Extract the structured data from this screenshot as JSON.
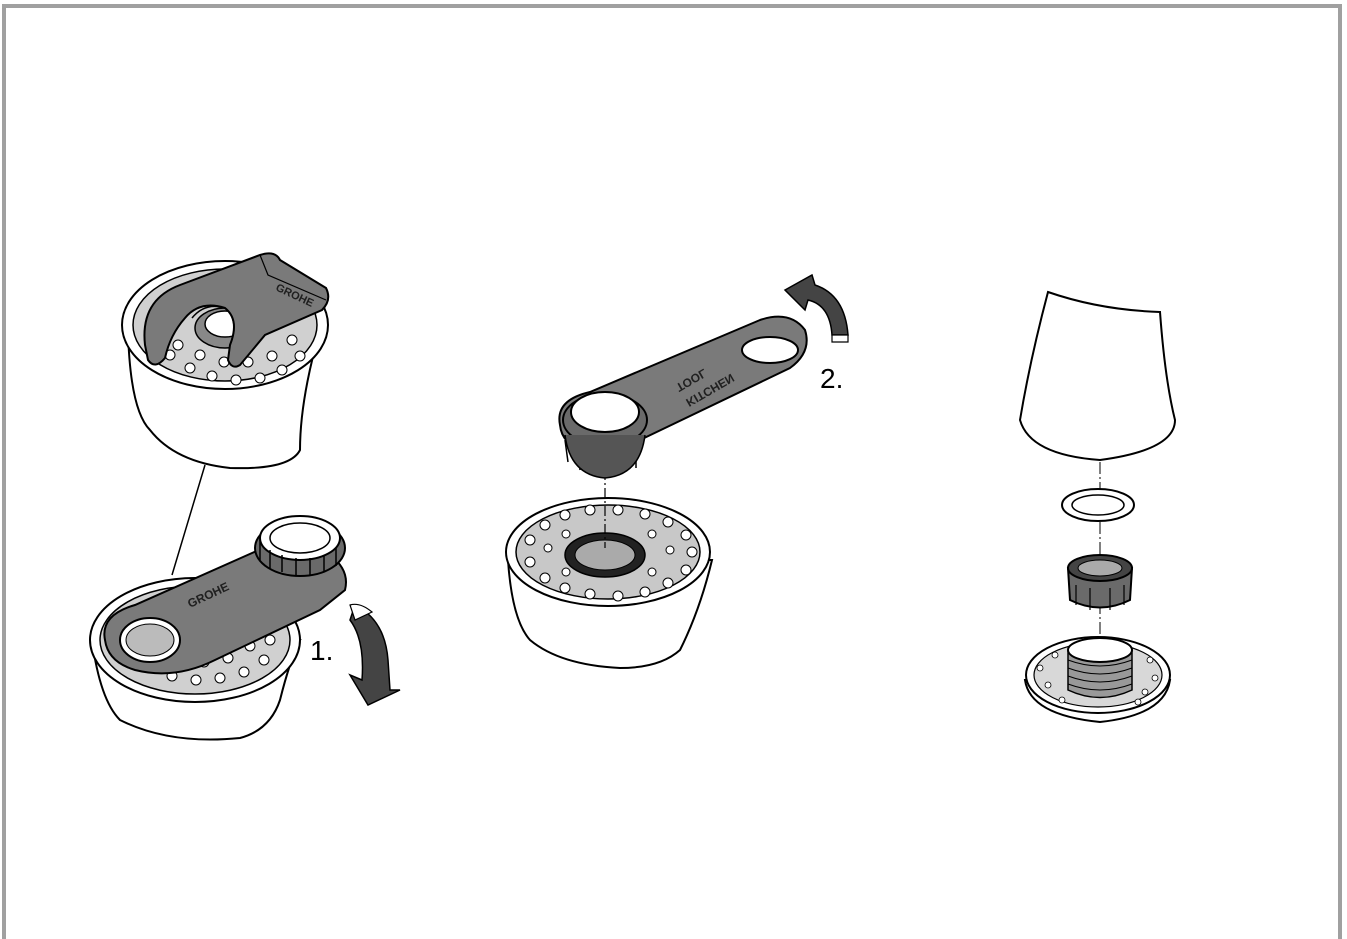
{
  "steps": [
    {
      "label": "1.",
      "arrow": "rotate-clockwise-down"
    },
    {
      "label": "2.",
      "arrow": "rotate-counterclockwise-up"
    }
  ],
  "tool_text": {
    "brand": "GROHE",
    "line1": "KITCHEN",
    "line2": "TOOL"
  },
  "colors": {
    "border": "#a0a0a0",
    "tool_gray": "#7a7a7a",
    "tool_dark": "#555555",
    "face_gray": "#c8c8c8",
    "line": "#000000"
  }
}
